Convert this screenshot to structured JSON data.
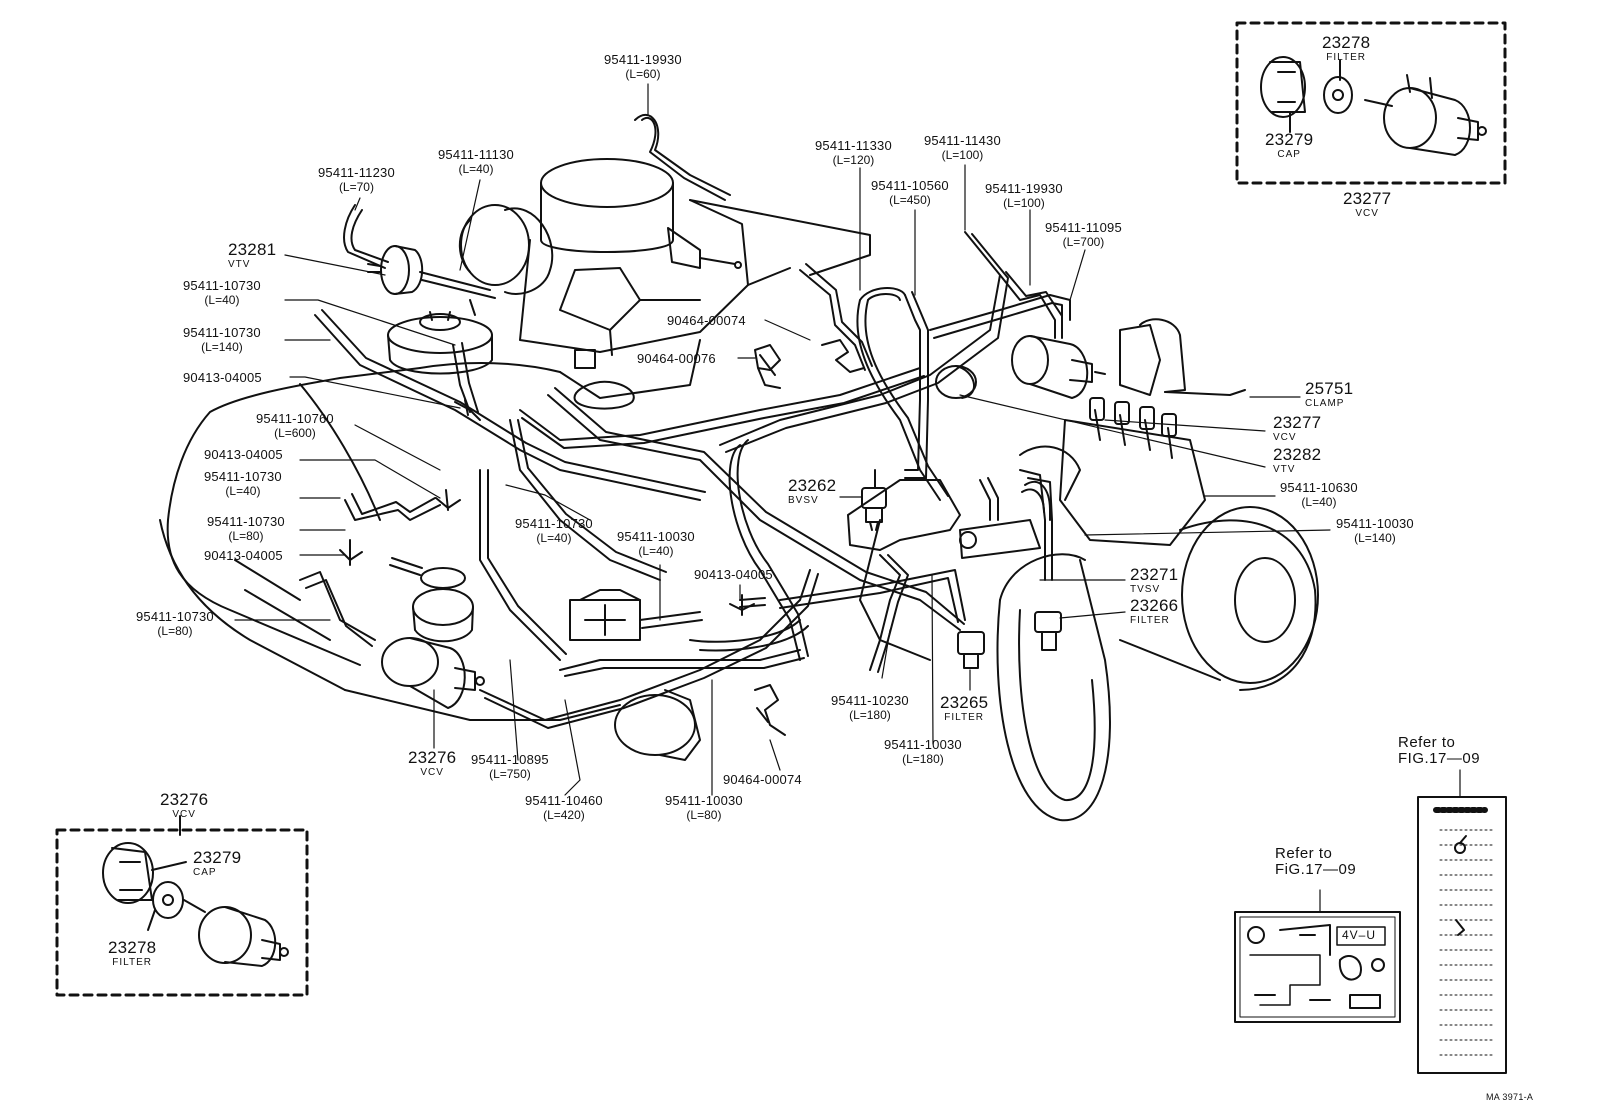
{
  "labels": {
    "p01": {
      "pn": "95411-19930",
      "sub": "(L=60)"
    },
    "p02": {
      "pn": "95411-11130",
      "sub": "(L=40)"
    },
    "p03": {
      "pn": "95411-11230",
      "sub": "(L=70)"
    },
    "p04": {
      "pn": "23281",
      "tag": "VTV"
    },
    "p05": {
      "pn": "95411-10730",
      "sub": "(L=40)"
    },
    "p06": {
      "pn": "95411-10730",
      "sub": "(L=140)"
    },
    "p07": {
      "pn": "90413-04005"
    },
    "p08": {
      "pn": "95411-10760",
      "sub": "(L=600)"
    },
    "p09": {
      "pn": "90413-04005"
    },
    "p10": {
      "pn": "95411-10730",
      "sub": "(L=40)"
    },
    "p11": {
      "pn": "95411-10730",
      "sub": "(L=80)"
    },
    "p12": {
      "pn": "90413-04005"
    },
    "p13": {
      "pn": "95411-10730",
      "sub": "(L=80)"
    },
    "p14": {
      "pn": "95411-10730",
      "sub": "(L=40)"
    },
    "p15": {
      "pn": "95411-10030",
      "sub": "(L=40)"
    },
    "p16": {
      "pn": "90413-04005"
    },
    "p17": {
      "pn": "90464-00074"
    },
    "p18": {
      "pn": "90464-00076"
    },
    "p19": {
      "pn": "95411-11330",
      "sub": "(L=120)"
    },
    "p20": {
      "pn": "95411-11430",
      "sub": "(L=100)"
    },
    "p21": {
      "pn": "95411-10560",
      "sub": "(L=450)"
    },
    "p22": {
      "pn": "95411-19930",
      "sub": "(L=100)"
    },
    "p23": {
      "pn": "95411-11095",
      "sub": "(L=700)"
    },
    "p24": {
      "pn": "25751",
      "tag": "CLAMP"
    },
    "p25": {
      "pn": "23277",
      "tag": "VCV"
    },
    "p26": {
      "pn": "23282",
      "tag": "VTV"
    },
    "p27": {
      "pn": "95411-10630",
      "sub": "(L=40)"
    },
    "p28": {
      "pn": "95411-10030",
      "sub": "(L=140)"
    },
    "p29": {
      "pn": "23271",
      "tag": "TVSV"
    },
    "p30": {
      "pn": "23266",
      "tag": "FILTER"
    },
    "p31": {
      "pn": "23262",
      "tag": "BVSV"
    },
    "p32": {
      "pn": "23265",
      "tag": "FILTER"
    },
    "p33": {
      "pn": "95411-10230",
      "sub": "(L=180)"
    },
    "p34": {
      "pn": "95411-10030",
      "sub": "(L=180)"
    },
    "p35": {
      "pn": "23276",
      "tag": "VCV"
    },
    "p36": {
      "pn": "95411-10895",
      "sub": "(L=750)"
    },
    "p37": {
      "pn": "95411-10460",
      "sub": "(L=420)"
    },
    "p38": {
      "pn": "95411-10030",
      "sub": "(L=80)"
    },
    "p39": {
      "pn": "90464-00074"
    }
  },
  "inset_top": {
    "filter": {
      "pn": "23278",
      "tag": "FILTER"
    },
    "cap": {
      "pn": "23279",
      "tag": "CAP"
    },
    "title": {
      "pn": "23277",
      "tag": "VCV"
    }
  },
  "inset_bottom": {
    "title": {
      "pn": "23276",
      "tag": "VCV"
    },
    "cap": {
      "pn": "23279",
      "tag": "CAP"
    },
    "filter": {
      "pn": "23278",
      "tag": "FILTER"
    }
  },
  "refs": {
    "ref1_line1": "Refer to",
    "ref1_line2": "FIG.17—09",
    "ref2_line1": "Refer  to",
    "ref2_line2": "FiG.17—09",
    "card_tag": "4V–U"
  },
  "drawing_code": "MA 3971-A",
  "colors": {
    "ink": "#111111",
    "paper": "#ffffff"
  }
}
